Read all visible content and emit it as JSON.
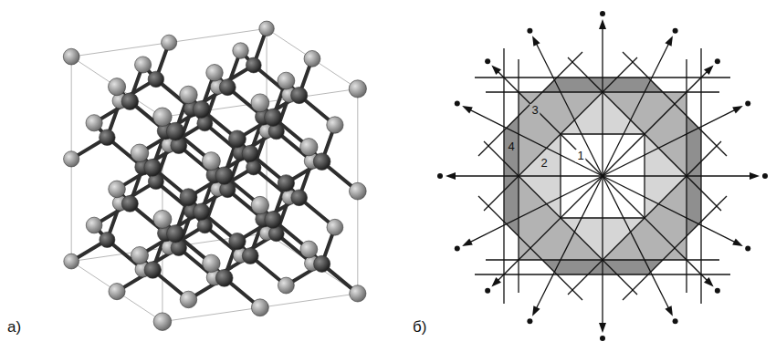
{
  "diagram": {
    "labels": [
      "а)",
      "б)",
      "1",
      "2",
      "3",
      "4"
    ]
  }
}
